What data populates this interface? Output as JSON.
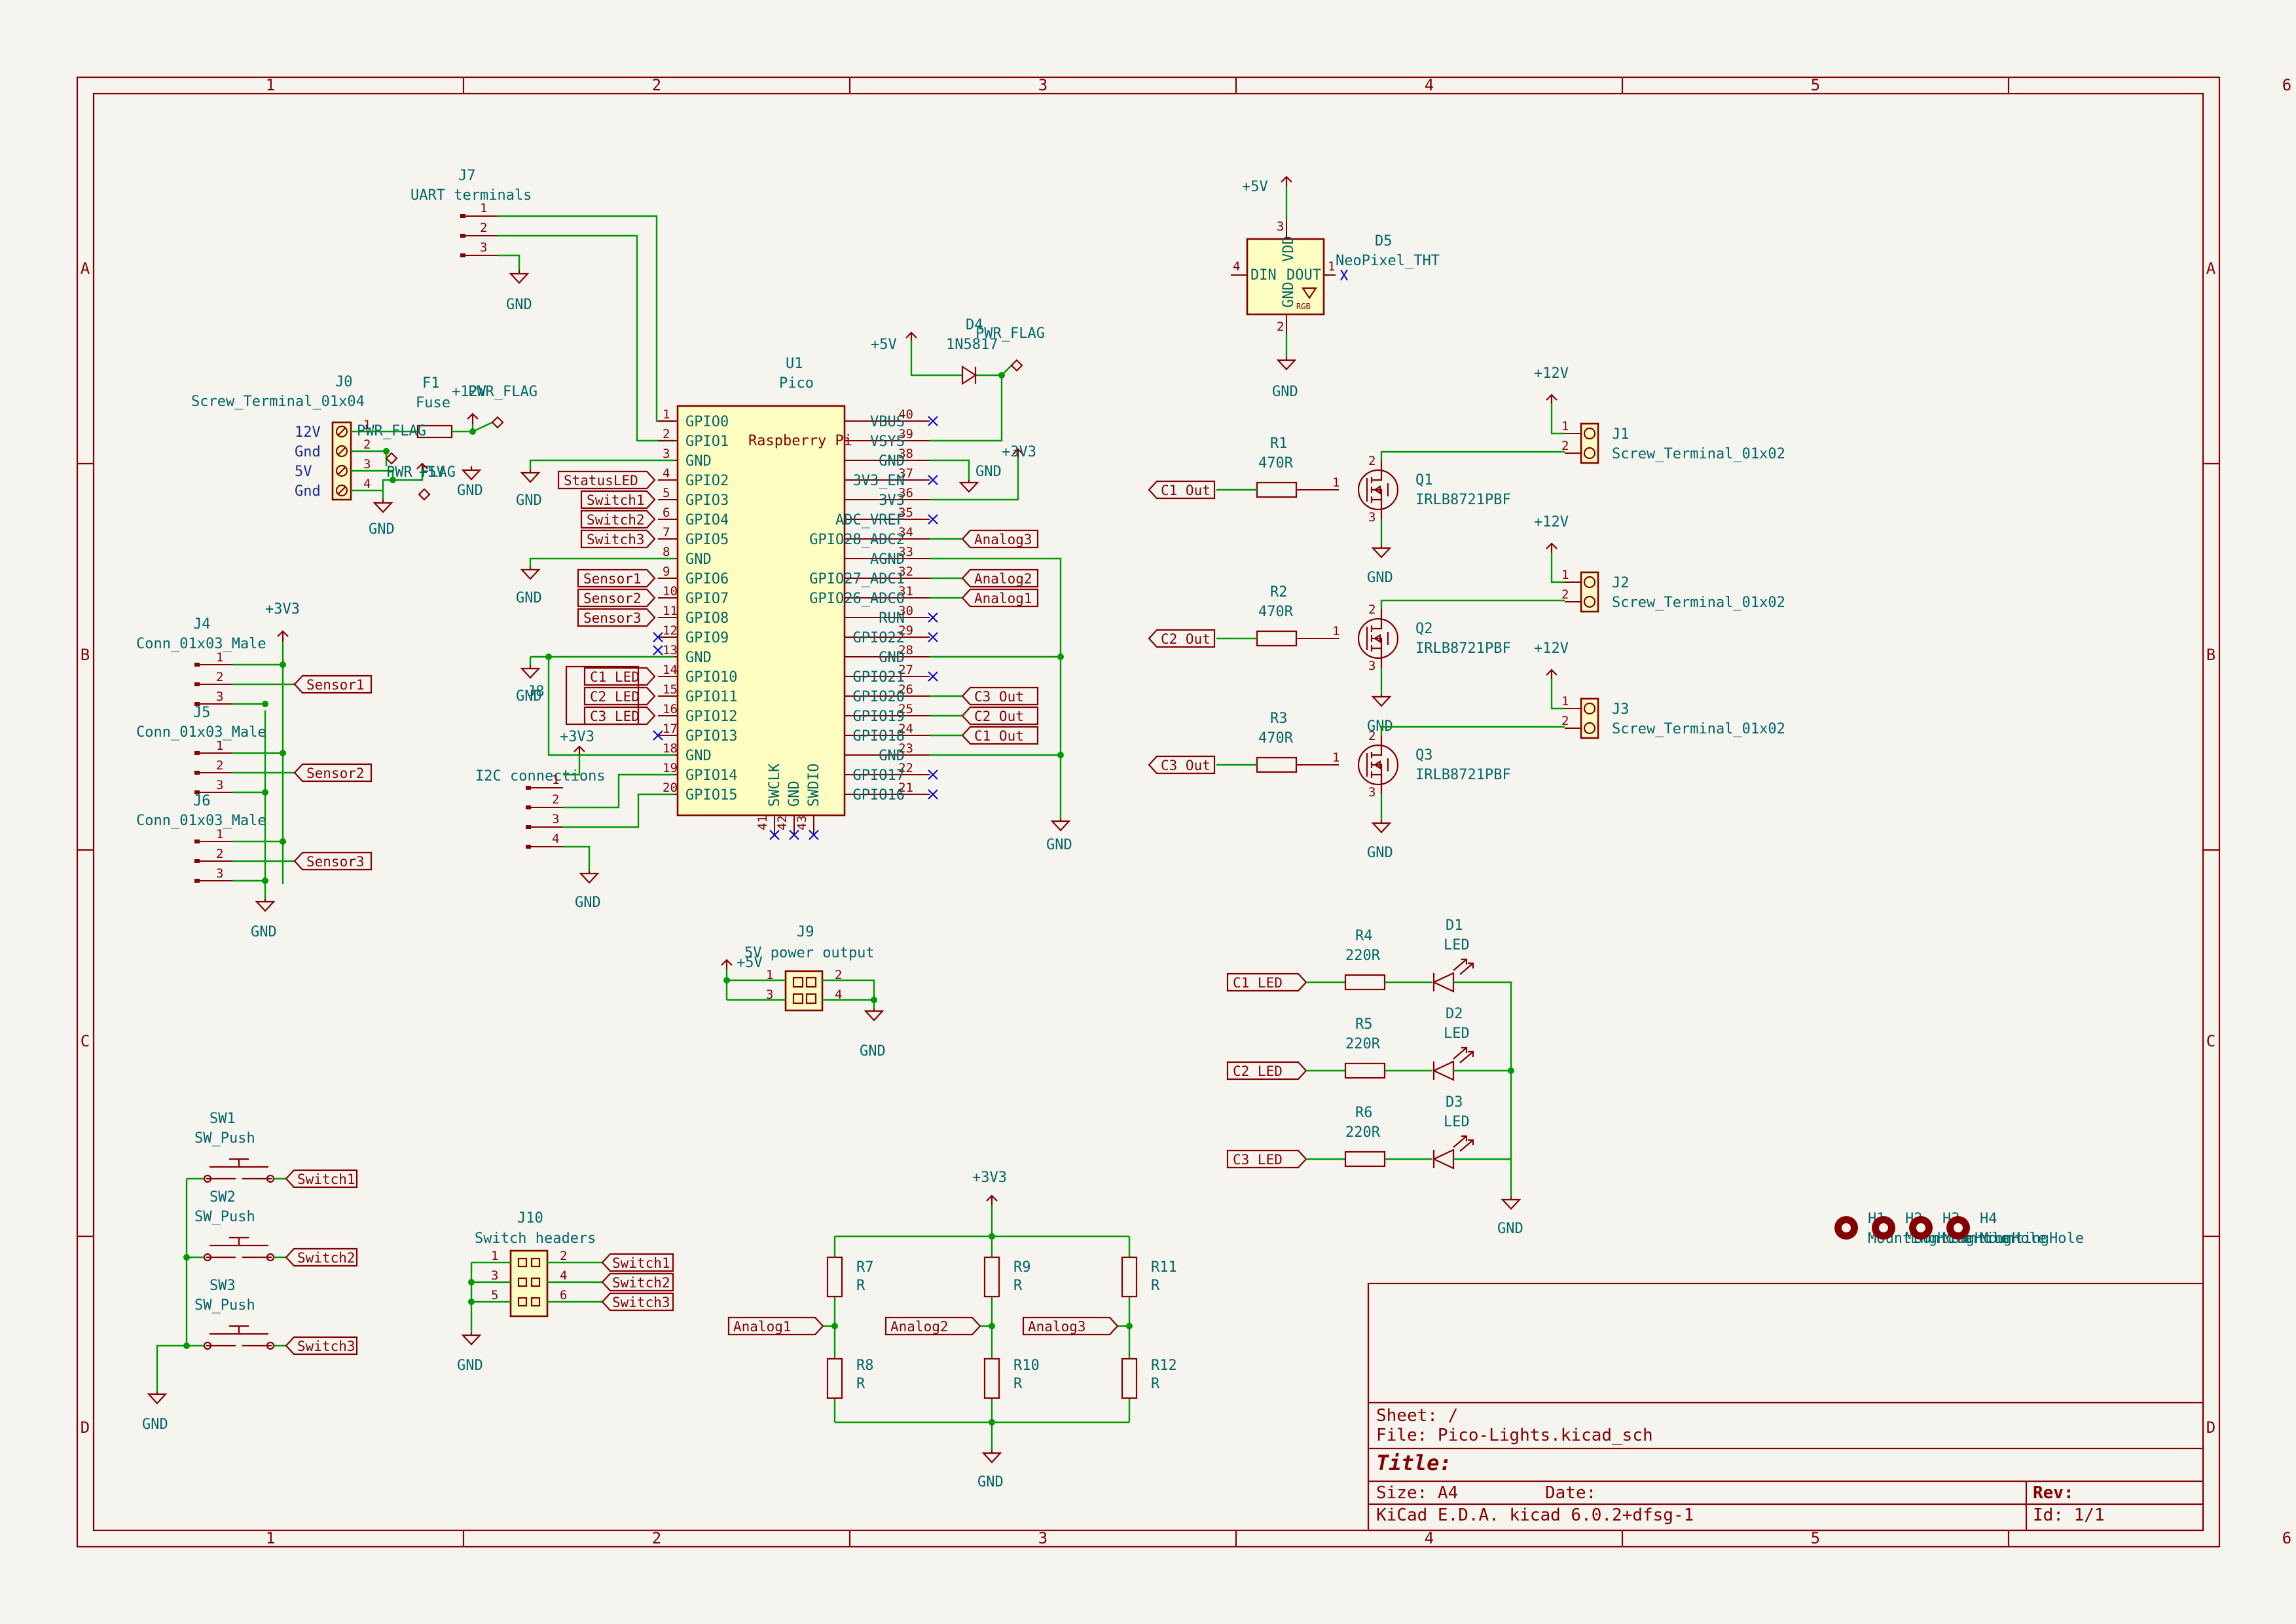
{
  "frame": {
    "columns": [
      "1",
      "2",
      "3",
      "4",
      "5",
      "6"
    ],
    "rows": [
      "A",
      "B",
      "C",
      "D"
    ]
  },
  "title_block": {
    "sheet": "Sheet: /",
    "file": "File: Pico-Lights.kicad_sch",
    "title": "Title:",
    "size": "Size: A4",
    "date": "Date:",
    "rev": "Rev:",
    "tool": "KiCad E.D.A.  kicad 6.0.2+dfsg-1",
    "id": "Id: 1/1"
  },
  "components": {
    "j7": {
      "ref": "J7",
      "value": "UART terminals",
      "pins": [
        "1",
        "2",
        "3"
      ]
    },
    "j0": {
      "ref": "J0",
      "value": "Screw_Terminal_01x04",
      "pins": [
        "1",
        "2",
        "3",
        "4"
      ],
      "labels": [
        "12V",
        "Gnd",
        "5V",
        "Gnd"
      ]
    },
    "f1": {
      "ref": "F1",
      "value": "Fuse"
    },
    "u1": {
      "ref": "U1",
      "value": "Pico",
      "brand": "Raspberry Pi",
      "left_pins": [
        {
          "num": "1",
          "name": "GPIO0"
        },
        {
          "num": "2",
          "name": "GPIO1"
        },
        {
          "num": "3",
          "name": "GND"
        },
        {
          "num": "4",
          "name": "GPIO2"
        },
        {
          "num": "5",
          "name": "GPIO3"
        },
        {
          "num": "6",
          "name": "GPIO4"
        },
        {
          "num": "7",
          "name": "GPIO5"
        },
        {
          "num": "8",
          "name": "GND"
        },
        {
          "num": "9",
          "name": "GPIO6"
        },
        {
          "num": "10",
          "name": "GPIO7"
        },
        {
          "num": "11",
          "name": "GPIO8"
        },
        {
          "num": "12",
          "name": "GPIO9"
        },
        {
          "num": "13",
          "name": "GND"
        },
        {
          "num": "14",
          "name": "GPIO10"
        },
        {
          "num": "15",
          "name": "GPIO11"
        },
        {
          "num": "16",
          "name": "GPIO12"
        },
        {
          "num": "17",
          "name": "GPIO13"
        },
        {
          "num": "18",
          "name": "GND"
        },
        {
          "num": "19",
          "name": "GPIO14"
        },
        {
          "num": "20",
          "name": "GPIO15"
        }
      ],
      "right_pins": [
        {
          "num": "40",
          "name": "VBUS"
        },
        {
          "num": "39",
          "name": "VSYS"
        },
        {
          "num": "38",
          "name": "GND"
        },
        {
          "num": "37",
          "name": "3V3_EN"
        },
        {
          "num": "36",
          "name": "3V3"
        },
        {
          "num": "35",
          "name": "ADC_VREF"
        },
        {
          "num": "34",
          "name": "GPIO28_ADC2"
        },
        {
          "num": "33",
          "name": "AGND"
        },
        {
          "num": "32",
          "name": "GPIO27_ADC1"
        },
        {
          "num": "31",
          "name": "GPIO26_ADC0"
        },
        {
          "num": "30",
          "name": "RUN"
        },
        {
          "num": "29",
          "name": "GPIO22"
        },
        {
          "num": "28",
          "name": "GND"
        },
        {
          "num": "27",
          "name": "GPIO21"
        },
        {
          "num": "26",
          "name": "GPIO20"
        },
        {
          "num": "25",
          "name": "GPIO19"
        },
        {
          "num": "24",
          "name": "GPIO18"
        },
        {
          "num": "23",
          "name": "GND"
        },
        {
          "num": "22",
          "name": "GPIO17"
        },
        {
          "num": "21",
          "name": "GPIO16"
        }
      ],
      "bottom_pins": [
        {
          "num": "41",
          "name": "SWCLK"
        },
        {
          "num": "42",
          "name": "GND"
        },
        {
          "num": "43",
          "name": "SWDIO"
        }
      ]
    },
    "d4": {
      "ref": "D4",
      "value": "1N5817"
    },
    "d5": {
      "ref": "D5",
      "value": "NeoPixel_THT",
      "pins": [
        "DIN",
        "DOUT",
        "VDD",
        "GND"
      ],
      "pin_numbers": [
        "4",
        "1",
        "3",
        "2"
      ],
      "rgb": "RGB"
    },
    "j4": {
      "ref": "J4",
      "value": "Conn_01x03_Male"
    },
    "j5": {
      "ref": "J5",
      "value": "Conn_01x03_Male"
    },
    "j6": {
      "ref": "J6",
      "value": "Conn_01x03_Male"
    },
    "j8": {
      "ref": "J8",
      "value": "I2C connections"
    },
    "j9": {
      "ref": "J9",
      "value": "5V power output"
    },
    "j10": {
      "ref": "J10",
      "value": "Switch headers"
    },
    "j1": {
      "ref": "J1",
      "value": "Screw_Terminal_01x02"
    },
    "j2": {
      "ref": "J2",
      "value": "Screw_Terminal_01x02"
    },
    "j3": {
      "ref": "J3",
      "value": "Screw_Terminal_01x02"
    },
    "q1": {
      "ref": "Q1",
      "value": "IRLB8721PBF"
    },
    "q2": {
      "ref": "Q2",
      "value": "IRLB8721PBF"
    },
    "q3": {
      "ref": "Q3",
      "value": "IRLB8721PBF"
    },
    "r1": {
      "ref": "R1",
      "value": "470R"
    },
    "r2": {
      "ref": "R2",
      "value": "470R"
    },
    "r3": {
      "ref": "R3",
      "value": "470R"
    },
    "r4": {
      "ref": "R4",
      "value": "220R"
    },
    "r5": {
      "ref": "R5",
      "value": "220R"
    },
    "r6": {
      "ref": "R6",
      "value": "220R"
    },
    "d1": {
      "ref": "D1",
      "value": "LED"
    },
    "d2": {
      "ref": "D2",
      "value": "LED"
    },
    "d3": {
      "ref": "D3",
      "value": "LED"
    },
    "r7": {
      "ref": "R7",
      "value": "R"
    },
    "r8": {
      "ref": "R8",
      "value": "R"
    },
    "r9": {
      "ref": "R9",
      "value": "R"
    },
    "r10": {
      "ref": "R10",
      "value": "R"
    },
    "r11": {
      "ref": "R11",
      "value": "R"
    },
    "r12": {
      "ref": "R12",
      "value": "R"
    },
    "sw1": {
      "ref": "SW1",
      "value": "SW_Push"
    },
    "sw2": {
      "ref": "SW2",
      "value": "SW_Push"
    },
    "sw3": {
      "ref": "SW3",
      "value": "SW_Push"
    },
    "mounting_holes": {
      "refs": [
        "H1",
        "H2",
        "H3",
        "H4"
      ],
      "value": "MountingHole"
    }
  },
  "power": {
    "gnd": "GND",
    "v5": "+5V",
    "v3": "+3V3",
    "v12": "+12V",
    "pwr_flag": "PWR_FLAG"
  },
  "labels": {
    "status_led": "StatusLED",
    "switch1": "Switch1",
    "switch2": "Switch2",
    "switch3": "Switch3",
    "sensor1": "Sensor1",
    "sensor2": "Sensor2",
    "sensor3": "Sensor3",
    "c1_led": "C1_LED",
    "c2_led": "C2_LED",
    "c3_led": "C3_LED",
    "c1_out": "C1_Out",
    "c2_out": "C2_Out",
    "c3_out": "C3_Out",
    "analog1": "Analog1",
    "analog2": "Analog2",
    "analog3": "Analog3"
  }
}
